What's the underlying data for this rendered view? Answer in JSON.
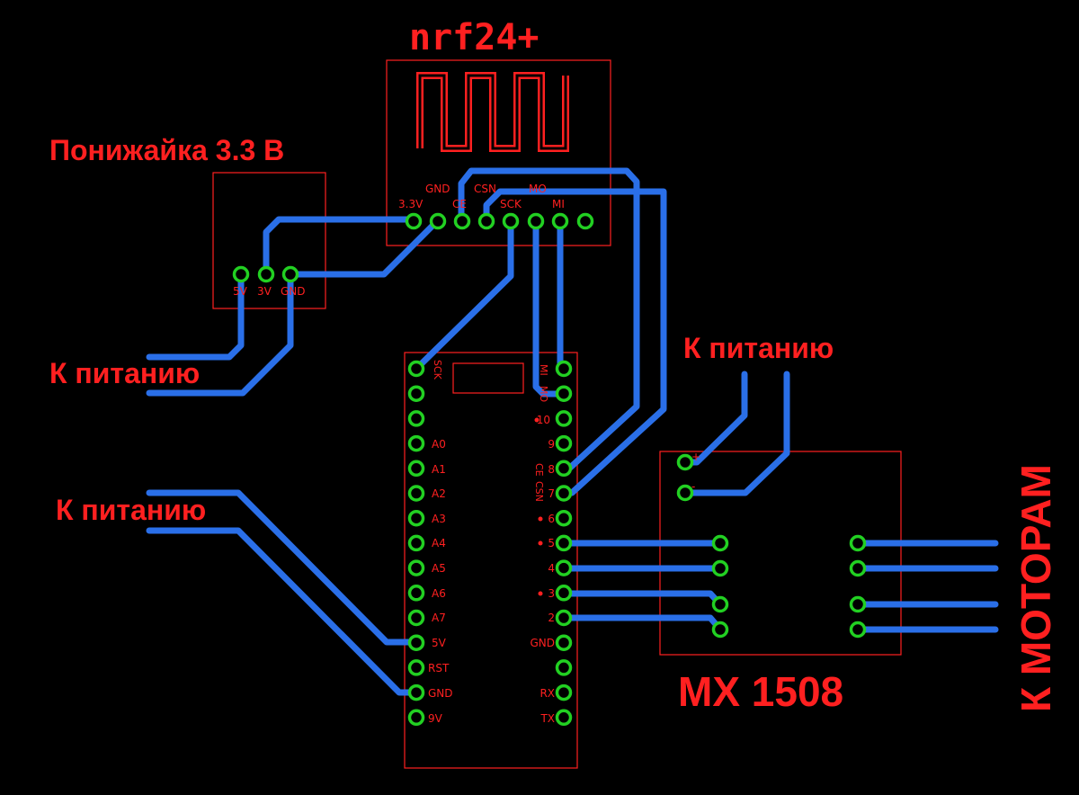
{
  "nrf": {
    "title": "nrf24+",
    "pins": [
      "3.3V",
      "GND",
      "CE",
      "CSN",
      "SCK",
      "MO",
      "MI"
    ]
  },
  "reg": {
    "title": "Понижайка 3.3 В",
    "pins": [
      "5V",
      "3V",
      "GND"
    ]
  },
  "power_labels": [
    "К питанию",
    "К питанию",
    "К питанию"
  ],
  "arduino": {
    "left_pins": [
      "SCK",
      "",
      "",
      "A0",
      "A1",
      "A2",
      "A3",
      "A4",
      "A5",
      "A6",
      "A7",
      "5V",
      "RST",
      "GND",
      "9V"
    ],
    "right_pins": [
      "MI",
      "MO",
      "10",
      "9",
      "8",
      "7",
      "6",
      "5",
      "4",
      "3",
      "2",
      "GND",
      "",
      "RX",
      "TX"
    ],
    "side_labels": [
      "CE",
      "CSN"
    ]
  },
  "driver": {
    "title": "MX 1508",
    "plus": "+",
    "minus": "-"
  },
  "motors_label": "К МОТОРАМ",
  "colors": {
    "background": "#000000",
    "silkscreen": "#ff2020",
    "trace": "#2a6fe8",
    "pad": "#22d022"
  }
}
